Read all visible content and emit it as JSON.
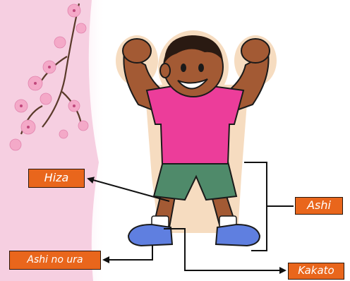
{
  "labels": {
    "hiza": "Hiza",
    "ashi": "Ashi",
    "ashi_no_ura": "Ashi no ura",
    "kakato": "Kakato"
  },
  "icons": {
    "background": "cherry-blossom-panel",
    "figure": "boy-flexing-cartoon"
  },
  "colors": {
    "label_bg": "#e9661c",
    "label_border": "#2a160a",
    "shirt": "#ec3d9a",
    "shorts": "#4f8a6a",
    "shoes": "#5f7fe0",
    "skin": "#a35a34",
    "blossom_panel": "#f7d3e4"
  }
}
